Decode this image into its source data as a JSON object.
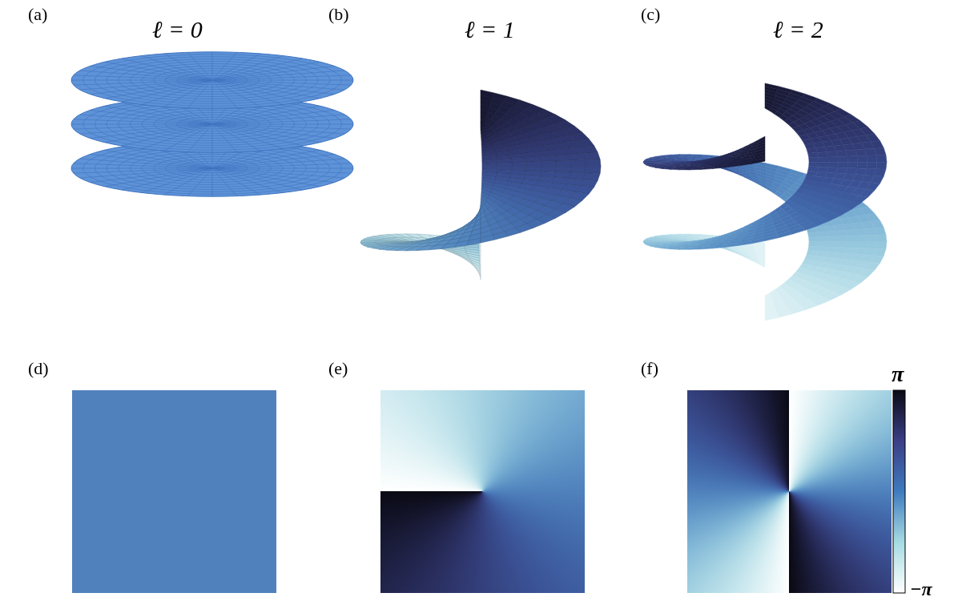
{
  "diagram": {
    "labels": [
      "(a)",
      "ℓ = 0",
      "(b)",
      "ℓ = 1",
      "(c)",
      "ℓ = 2",
      "(d)",
      "(e)",
      "(f)",
      "π",
      "−π"
    ]
  }
}
